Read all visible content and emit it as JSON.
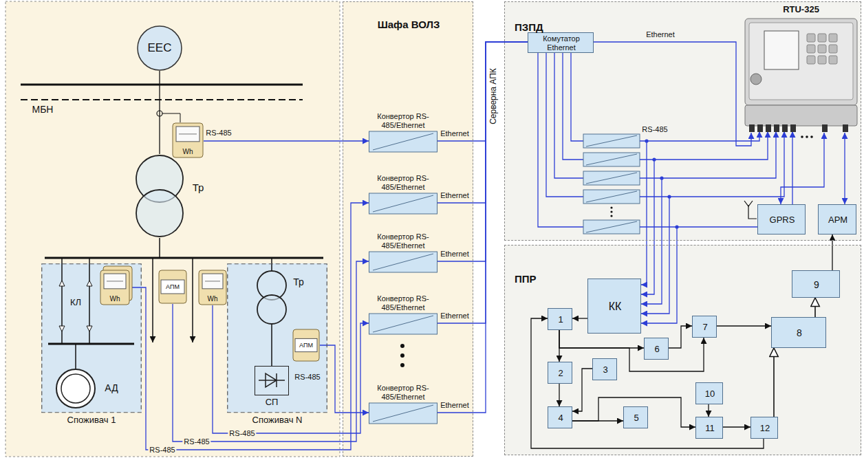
{
  "diagram": {
    "nodes": [
      {
        "text": [
          "ЕЕС"
        ]
      },
      {
        "text": [
          "Wh"
        ]
      },
      {
        "text": [
          "Тр"
        ]
      },
      {
        "text": [
          "Споживач 1"
        ]
      },
      {
        "text": [
          "Wh"
        ],
        "in": 3
      },
      {
        "text": [
          "АД"
        ],
        "in": 3
      },
      {
        "text": [
          "АПМ"
        ]
      },
      {
        "text": [
          "Wh"
        ]
      },
      {
        "text": [
          "Споживач N"
        ]
      },
      {
        "text": [
          "Тр"
        ],
        "in": 8
      },
      {
        "text": [
          "АПМ"
        ],
        "in": 8
      },
      {
        "text": [
          "СП"
        ],
        "in": 8
      },
      {
        "text": [
          "Шафа ВОЛЗ"
        ]
      },
      {
        "text": [
          "Конвертор RS-485/Ethernet"
        ],
        "in": 12
      },
      {
        "text": [
          "Конвертор RS-485/Ethernet"
        ],
        "in": 12
      },
      {
        "text": [
          "Конвертор RS-485/Ethernet"
        ],
        "in": 12
      },
      {
        "text": [
          "Конвертор RS-485/Ethernet"
        ],
        "in": 12
      },
      {
        "text": [
          "Конвертор RS-485/Ethernet"
        ],
        "in": 12
      },
      {
        "text": [
          "ПЗПД"
        ]
      },
      {
        "text": [
          "Комутатор Ethernet"
        ],
        "in": 18
      },
      {
        "text": [
          "RTU-325"
        ],
        "in": 18
      },
      {
        "text": [
          "GPRS"
        ],
        "in": 18
      },
      {
        "text": [
          "АРМ"
        ],
        "in": 18
      },
      {
        "text": [
          "ППР"
        ]
      },
      {
        "text": [
          "КК"
        ],
        "in": 23
      },
      {
        "text": [
          "1"
        ],
        "in": 23
      },
      {
        "text": [
          "2"
        ],
        "in": 23
      },
      {
        "text": [
          "3"
        ],
        "in": 23
      },
      {
        "text": [
          "4"
        ],
        "in": 23
      },
      {
        "text": [
          "5"
        ],
        "in": 23
      },
      {
        "text": [
          "6"
        ],
        "in": 23
      },
      {
        "text": [
          "7"
        ],
        "in": 23
      },
      {
        "text": [
          "8"
        ],
        "in": 23
      },
      {
        "text": [
          "9"
        ],
        "in": 23
      },
      {
        "text": [
          "10"
        ],
        "in": 23
      },
      {
        "text": [
          "11"
        ],
        "in": 23
      },
      {
        "text": [
          "12"
        ],
        "in": 23
      }
    ],
    "edges": [
      {
        "from": 0,
        "to": 2,
        "arrow": "none"
      },
      {
        "from": 1,
        "to": 13,
        "arrow": "to",
        "label": "RS-485"
      },
      {
        "from": 4,
        "to": 14,
        "arrow": "to",
        "label": "RS-485"
      },
      {
        "from": 6,
        "to": 15,
        "arrow": "to",
        "label": "RS-485"
      },
      {
        "from": 7,
        "to": 16,
        "arrow": "to",
        "label": "RS-485"
      },
      {
        "from": 10,
        "to": 17,
        "arrow": "to",
        "label": "RS-485"
      },
      {
        "from": 13,
        "to": 19,
        "arrow": "none",
        "label": "Ethernet"
      },
      {
        "from": 14,
        "to": 19,
        "arrow": "none",
        "label": "Ethernet"
      },
      {
        "from": 15,
        "to": 19,
        "arrow": "none",
        "label": "Ethernet"
      },
      {
        "from": 16,
        "to": 19,
        "arrow": "none",
        "label": "Ethernet"
      },
      {
        "from": 17,
        "to": 19,
        "arrow": "none",
        "label": "Ethernet"
      },
      {
        "from": 19,
        "to": 20,
        "arrow": "to",
        "label": "Ethernet"
      },
      {
        "from": 20,
        "to": 21,
        "arrow": "both"
      },
      {
        "from": 20,
        "to": 22,
        "arrow": "both"
      },
      {
        "from": 24,
        "to": 25,
        "arrow": "to"
      },
      {
        "from": 25,
        "to": 26,
        "arrow": "to"
      },
      {
        "from": 25,
        "to": 30,
        "arrow": "to"
      },
      {
        "from": 25,
        "to": 31,
        "arrow": "to"
      },
      {
        "from": 30,
        "to": 31,
        "arrow": "to"
      },
      {
        "from": 31,
        "to": 32,
        "arrow": "to"
      },
      {
        "from": 26,
        "to": 28,
        "arrow": "to"
      },
      {
        "from": 27,
        "to": 28,
        "arrow": "to"
      },
      {
        "from": 28,
        "to": 29,
        "arrow": "to"
      },
      {
        "from": 28,
        "to": 35,
        "arrow": "to"
      },
      {
        "from": 34,
        "to": 35,
        "arrow": "to"
      },
      {
        "from": 35,
        "to": 36,
        "arrow": "to"
      },
      {
        "from": 36,
        "to": 32,
        "arrow": "to"
      },
      {
        "from": 32,
        "to": 33,
        "arrow": "to"
      },
      {
        "from": 33,
        "to": 22,
        "arrow": "to"
      },
      {
        "from": 36,
        "to": 25,
        "arrow": "to"
      }
    ],
    "labels": [
      "МБН",
      "КЛ",
      "Серверна АПК",
      "RS-485"
    ]
  }
}
